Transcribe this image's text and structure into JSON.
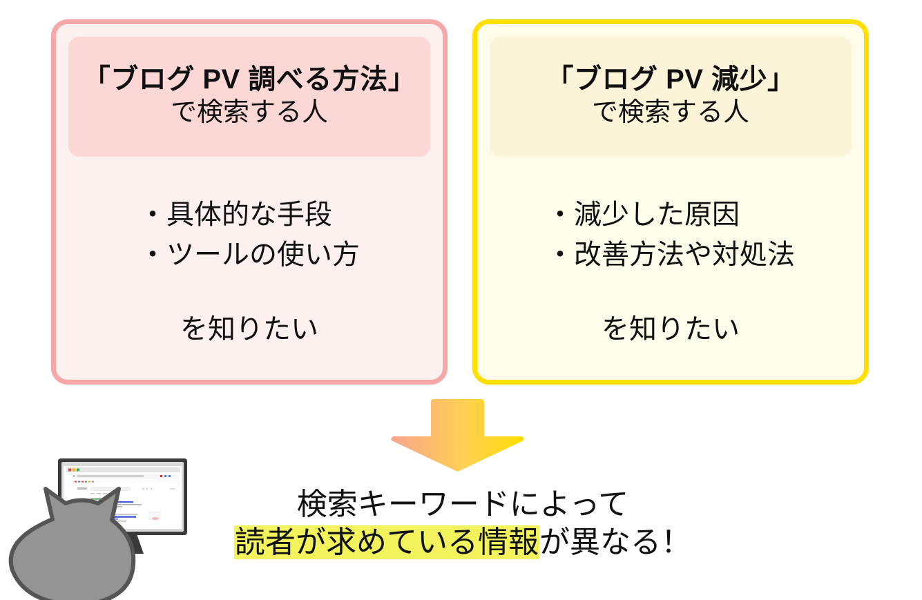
{
  "cards": [
    {
      "id": "search-intent-how-to",
      "accent_color": "#f6a7a7",
      "header_bg": "#fbd7d6",
      "body_bg": "#fdf1f0",
      "title_main": "「ブログ PV 調べる方法」",
      "title_sub": "で検索する人",
      "bullets": [
        "・具体的な手段",
        "・ツールの使い方"
      ],
      "closing": "を知りたい"
    },
    {
      "id": "search-intent-decline",
      "accent_color": "#ffe000",
      "header_bg": "#fbf4d8",
      "body_bg": "#fdfbe9",
      "title_main": "「ブログ PV 減少」",
      "title_sub": "で検索する人",
      "bullets": [
        "・減少した原因",
        "・改善方法や対処法"
      ],
      "closing": "を知りたい"
    }
  ],
  "arrow": {
    "icon": "arrow-down-icon",
    "direction": "down",
    "gradient_from": "#f7a58c",
    "gradient_to": "#ffdd00"
  },
  "caption": {
    "line1": "検索キーワードによって",
    "line2_highlight": "読者が求めている情報",
    "line2_rest": "が異なる！",
    "highlight_color": "#f2f25c"
  },
  "illustration": {
    "name": "cat-watching-monitor",
    "cat_fill": "#949494",
    "cat_outline": "#555555",
    "monitor_frame": "#3a3a3a",
    "screen_bg": "#ffffff"
  }
}
